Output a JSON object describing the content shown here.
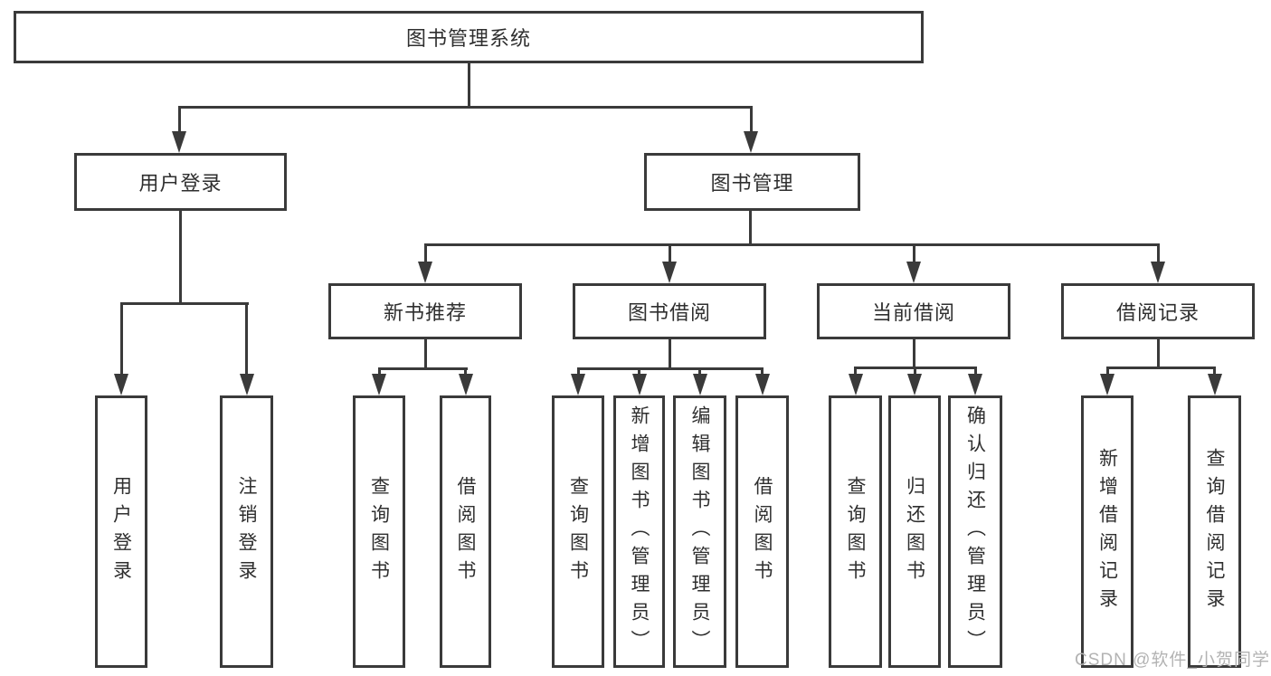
{
  "colors": {
    "line": "#3a3a3a",
    "text": "#2f2f2f",
    "watermark": "#b3b3b3",
    "background": "#ffffff"
  },
  "watermark": "CSDN @软件_小贺同学",
  "tree": {
    "root": "图书管理系统",
    "branches": [
      {
        "label": "用户登录",
        "children": [
          "用户登录",
          "注销登录"
        ]
      },
      {
        "label": "图书管理",
        "sections": [
          {
            "label": "新书推荐",
            "children": [
              "查询图书",
              "借阅图书"
            ]
          },
          {
            "label": "图书借阅",
            "children": [
              "查询图书",
              "新增图书（管理员）",
              "编辑图书（管理员）",
              "借阅图书"
            ]
          },
          {
            "label": "当前借阅",
            "children": [
              "查询图书",
              "归还图书",
              "确认归还（管理员）"
            ]
          },
          {
            "label": "借阅记录",
            "children": [
              "新增借阅记录",
              "查询借阅记录"
            ]
          }
        ]
      }
    ]
  }
}
